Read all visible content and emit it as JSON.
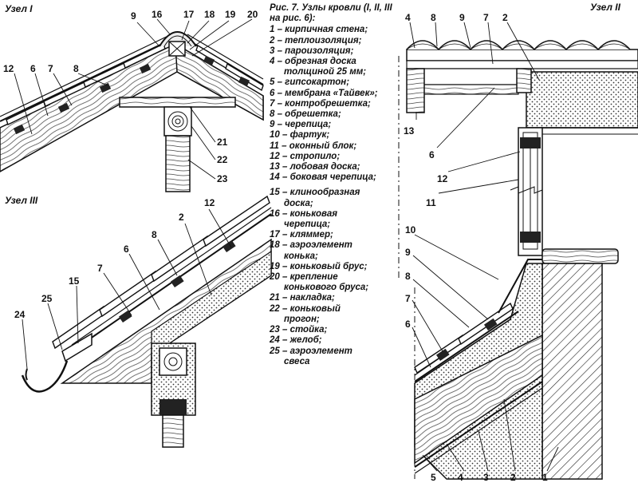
{
  "caption": {
    "title": "Рис. 7. Узлы кровли (I, II, III на рис. 6):",
    "items": [
      "1 – кирпичная стена;",
      "2 – теплоизоляция;",
      "3 – пароизоляция;",
      "4 – обрезная доска",
      "толщиной 25 мм;",
      "5 – гипсокартон;",
      "6 – мембрана «Тайвек»;",
      "7 – контробрешетка;",
      "8 – обрешетка;",
      "9 – черепица;",
      "10 – фартук;",
      "11 – оконный блок;",
      "12 – стропило;",
      "13 – лобовая доска;",
      "14 – боковая черепица;",
      "15 – клинообразная",
      "доска;",
      "16 – коньковая",
      "черепица;",
      "17 – кляммер;",
      "18 – аэроэлемент",
      "конька;",
      "19 – коньковый брус;",
      "20 – крепление",
      "конькового бруса;",
      "21 – накладка;",
      "22 – коньковый",
      "прогон;",
      "23 – стойка;",
      "24 – желоб;",
      "25 – аэроэлемент",
      "свеса"
    ]
  },
  "nodes": {
    "node1": "Узел I",
    "node2": "Узел II",
    "node3": "Узел III"
  },
  "labels1": [
    "9",
    "16",
    "17",
    "18",
    "19",
    "20",
    "12",
    "6",
    "7",
    "8",
    "21",
    "22",
    "23"
  ],
  "labels2": [
    "4",
    "8",
    "9",
    "7",
    "2",
    "13",
    "6",
    "12",
    "11",
    "10",
    "9",
    "8",
    "7",
    "6",
    "5",
    "4",
    "3",
    "2",
    "1"
  ],
  "labels3": [
    "12",
    "2",
    "8",
    "6",
    "7",
    "15",
    "25",
    "24"
  ]
}
